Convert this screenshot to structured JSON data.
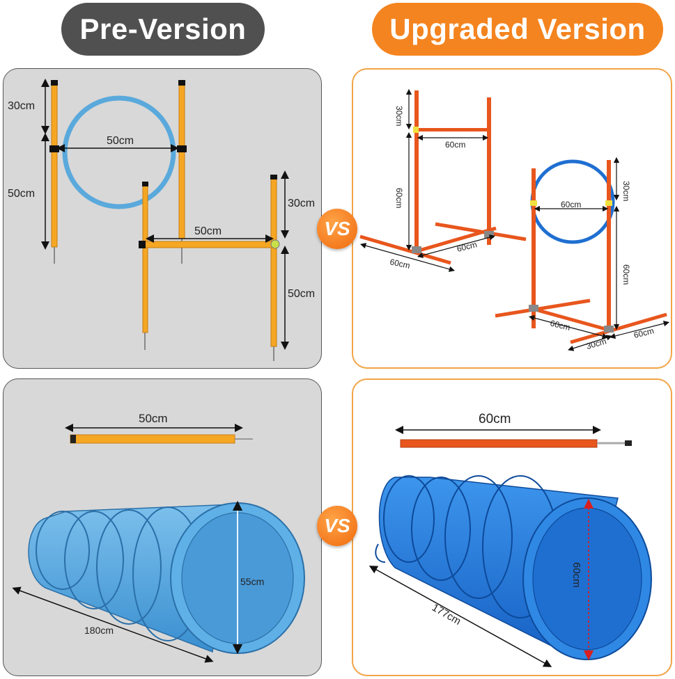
{
  "header": {
    "pre_label": "Pre-Version",
    "upgraded_label": "Upgraded Version"
  },
  "vs_label": "VS",
  "pre_hurdles": {
    "ring_top_gap": "30cm",
    "ring_width": "50cm",
    "ring_pole_height": "50cm",
    "hurdle_top_gap": "30cm",
    "hurdle_width": "50cm",
    "hurdle_pole_height": "50cm"
  },
  "upgraded_hurdles": {
    "hurdle_top_gap": "30cm",
    "hurdle_bar_width": "60cm",
    "hurdle_pole_height": "60cm",
    "hurdle_base_a": "60cm",
    "hurdle_base_b": "60cm",
    "ring_width": "60cm",
    "ring_top_gap": "30cm",
    "ring_pole_height": "60cm",
    "ring_base_a": "60cm",
    "ring_base_b": "30cm",
    "ring_base_c": "60cm"
  },
  "pre_tunnel": {
    "pole_length": "50cm",
    "diameter": "55cm",
    "length": "180cm"
  },
  "upgraded_tunnel": {
    "pole_length": "60cm",
    "diameter": "60cm",
    "length": "177cm"
  },
  "colors": {
    "pre_pill": "#505050",
    "upgraded_pill": "#f4841f",
    "pre_pole": "#f5a623",
    "upgraded_pole": "#e8561d",
    "pre_ring": "#5aa9dc",
    "upgraded_ring": "#1f6fd1",
    "pre_tunnel": "#4ea3de",
    "upgraded_tunnel": "#1f7be0"
  }
}
